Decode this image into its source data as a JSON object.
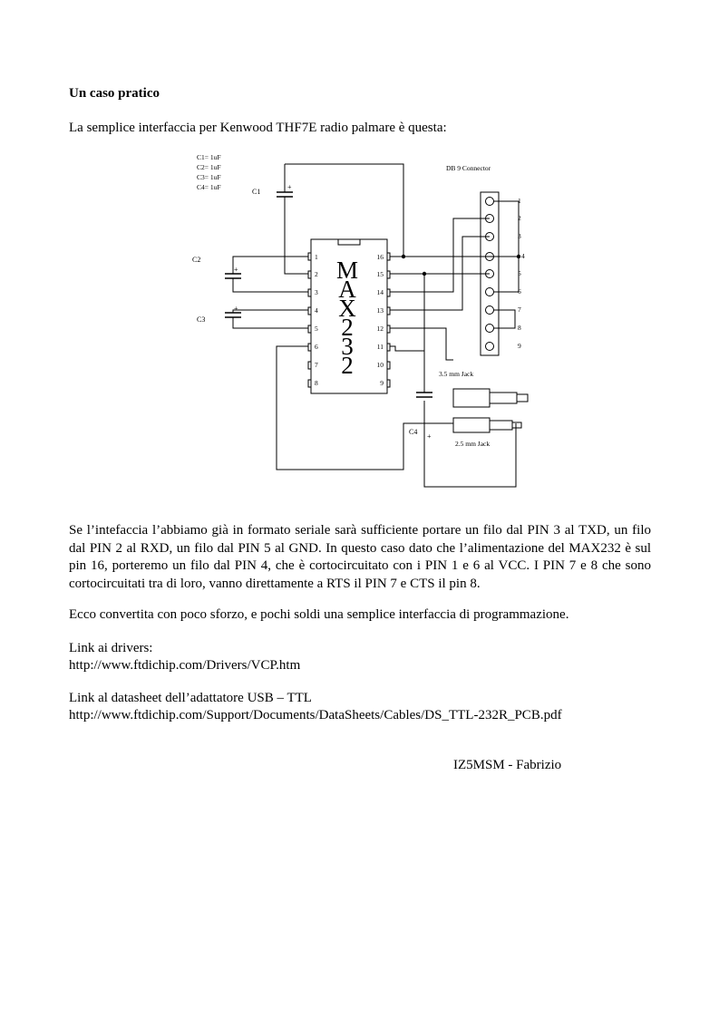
{
  "heading": "Un caso pratico",
  "intro": "La semplice interfaccia per Kenwood THF7E radio palmare è questa:",
  "schematic": {
    "cap_values": [
      "C1= 1uF",
      "C2= 1uF",
      "C3= 1uF",
      "C4= 1uF"
    ],
    "c1": "C1",
    "c2": "C2",
    "c3": "C3",
    "c4": "C4",
    "plus": "+",
    "chip": [
      "M",
      "A",
      "X",
      "2",
      "3",
      "2"
    ],
    "pins_left": [
      "1",
      "2",
      "3",
      "4",
      "5",
      "6",
      "7",
      "8"
    ],
    "pins_right": [
      "16",
      "15",
      "14",
      "13",
      "12",
      "11",
      "10",
      "9"
    ],
    "db9_title": "DB 9 Connector",
    "db9_pins": [
      "1",
      "2",
      "3",
      "4",
      "5",
      "6",
      "7",
      "8",
      "9"
    ],
    "jack35": "3.5 mm Jack",
    "jack25": "2.5 mm Jack"
  },
  "para1": "Se l’intefaccia l’abbiamo già in formato seriale sarà sufficiente portare un filo dal PIN 3 al TXD, un filo dal PIN 2 al RXD, un filo dal PIN 5 al GND.  In questo caso dato che l’alimentazione del MAX232 è sul pin 16, porteremo un filo dal PIN 4, che è cortocircuitato con i PIN 1 e 6 al VCC. I PIN 7 e 8 che sono cortocircuitati tra di loro, vanno direttamente a RTS il PIN 7 e CTS il pin 8.",
  "para2": "Ecco convertita con poco sforzo, e pochi soldi una semplice interfaccia di programmazione.",
  "drivers_label": "Link ai drivers:",
  "drivers_url": "http://www.ftdichip.com/Drivers/VCP.htm",
  "datasheet_label": "Link al datasheet dell’adattatore USB – TTL",
  "datasheet_url": "http://www.ftdichip.com/Support/Documents/DataSheets/Cables/DS_TTL-232R_PCB.pdf",
  "signature": "IZ5MSM - Fabrizio"
}
